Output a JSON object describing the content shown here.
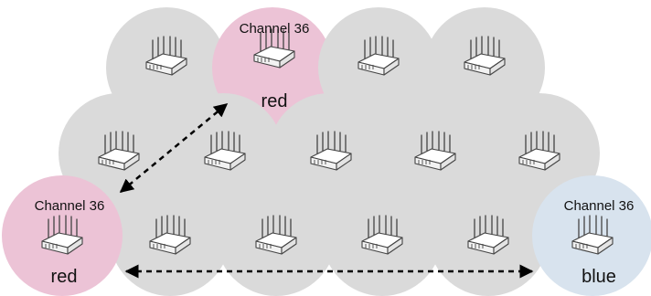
{
  "colors": {
    "cell_default": "#dadada",
    "red": "#ecc3d6",
    "blue": "#d8e3ee",
    "icon_stroke": "#444444",
    "arrow": "#000000"
  },
  "icon_name": "wireless-access-point-icon",
  "cells": {
    "top_red": {
      "channel": "Channel 36",
      "color": "red"
    },
    "bottom_left_red": {
      "channel": "Channel 36",
      "color": "red"
    },
    "bottom_right_blue": {
      "channel": "Channel 36",
      "color": "blue"
    }
  },
  "arrows": [
    {
      "from": "bottom_left_red",
      "to": "top_red",
      "style": "dashed",
      "heads": "both"
    },
    {
      "from": "bottom_left_red",
      "to": "bottom_right_blue",
      "style": "dashed",
      "heads": "both"
    }
  ]
}
